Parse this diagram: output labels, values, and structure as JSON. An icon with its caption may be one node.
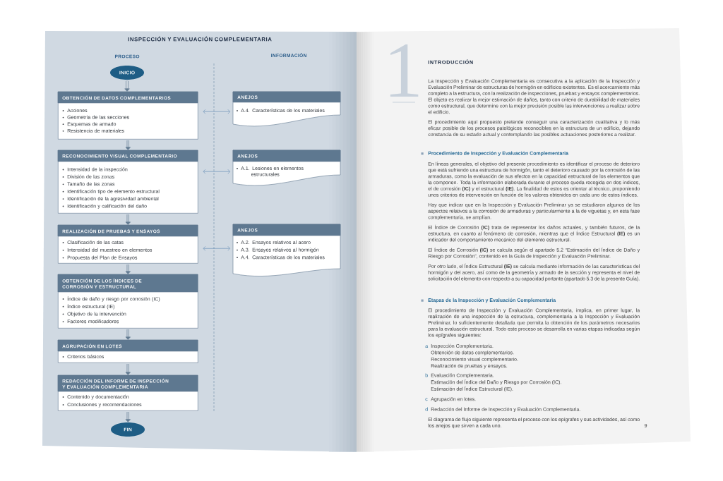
{
  "diagram": {
    "title": "INSPECCIÓN Y EVALUACIÓN COMPLEMENTARIA",
    "nodes": [
      {
        "text": [
          "INICIO"
        ]
      },
      {
        "text": [
          "OBTENCIÓN DE DATOS COMPLEMENTARIOS",
          "Acciones",
          "Geometría de las secciones",
          "Esquemas de armado",
          "Resistencia de materiales"
        ]
      },
      {
        "text": [
          "ANEJOS",
          "A.4. Características de los materiales"
        ]
      },
      {
        "text": [
          "RECONOCIMIENTO VISUAL COMPLEMENTARIO",
          "Intensidad de la inspección",
          "División de las zonas",
          "Tamaño de las zonas",
          "Identificación tipo de elemento estructural",
          "Identificación de la agresividad ambiental",
          "Identificación y calificación del daño"
        ]
      },
      {
        "text": [
          "ANEJOS",
          "A.1. Lesiones en elementos estructurales"
        ]
      },
      {
        "text": [
          "REALIZACIÓN DE PRUEBAS Y ENSAYOS",
          "Clasificación de las catas",
          "Intensidad del muestreo en elementos",
          "Propuesta del Plan de Ensayos"
        ]
      },
      {
        "text": [
          "ANEJOS",
          "A.2. Ensayos relativos al acero",
          "A.3. Ensayos relativos al hormigón",
          "A.4. Características de los materiales"
        ]
      },
      {
        "text": [
          "OBTENCIÓN DE LOS ÍNDICES DE CORROSIÓN Y ESTRUCTURAL",
          "Índice de daño y riesgo por corrosión (IC)",
          "Índice estructural (IE)",
          "Objetivo de la intervención",
          "Factores modificadores"
        ]
      },
      {
        "text": [
          "AGRUPACIÓN EN LOTES",
          "Criterios básicos"
        ]
      },
      {
        "text": [
          "REDACCIÓN DEL INFORME DE INSPECCIÓN Y EVALUACIÓN COMPLEMENTARIA",
          "Contenido y documentación",
          "Conclusiones y recomendaciones"
        ]
      },
      {
        "text": [
          "FIN"
        ]
      }
    ],
    "edges": [
      {
        "from": 0,
        "to": 1,
        "arrow": "to"
      },
      {
        "from": 1,
        "to": 2,
        "arrow": "both",
        "color": "#5f89b3"
      },
      {
        "from": 1,
        "to": 3,
        "arrow": "to"
      },
      {
        "from": 3,
        "to": 4,
        "arrow": "both",
        "color": "#5f89b3"
      },
      {
        "from": 3,
        "to": 5,
        "arrow": "to"
      },
      {
        "from": 5,
        "to": 6,
        "arrow": "both",
        "color": "#5f89b3"
      },
      {
        "from": 5,
        "to": 7,
        "arrow": "to"
      },
      {
        "from": 7,
        "to": 8,
        "arrow": "to"
      },
      {
        "from": 8,
        "to": 9,
        "arrow": "to"
      },
      {
        "from": 9,
        "to": 10,
        "arrow": "to"
      }
    ],
    "labels": [
      "PROCESO",
      "INFORMACIÓN",
      "1",
      "INTRODUCCIÓN",
      "La Inspección y Evaluación Complementaria es consecutiva a la aplicación de la Inspección y Evaluación Preliminar de estructuras de hormigón en edificios existentes. Es el acercamiento más completo a la estructura, con la realización de inspecciones, pruebas y ensayos complementarios. El objeto es realizar la mejor estimación de daños, tanto con criterio de durabilidad de materiales como estructural, que determine con la mejor precisión posible las intervenciones a realizar sobre el edificio.",
      "El procedimiento aquí propuesto pretende conseguir una caracterización cualitativa y lo más eficaz posible de los procesos patológicos reconocibles en la estructura de un edificio, dejando constancia de su estado actual y contemplando las posibles actuaciones posteriores a realizar.",
      "Procedimiento de Inspección y Evaluación Complementaria",
      "En líneas generales, el objetivo del presente procedimiento es identificar el proceso de deterioro que está sufriendo una estructura de hormigón, tanto el deterioro causado por la corrosión de las armaduras, como la evaluación de sus efectos en la capacidad estructural de los elementos que la componen. Toda la información elaborada durante el proceso queda recogida en dos índices, el de corrosión **(IC)** y el estructural **(IE)**. La finalidad de estos es orientar al técnico, proponiendo unos criterios de intervención en función de los valores obtenidos en cada uno de estos índices.",
      "Hay que indicar que en la Inspección y Evaluación Preliminar ya se estudiaron algunos de los aspectos relativos a la corrosión de armaduras y particularmente a la de viguetas y, en esta fase complementaria, se amplían.",
      "El Índice de Corrosión **(IC)** trata de representar los daños actuales, y también futuros, de la estructura, en cuanto al fenómeno de corrosión, mientras que el Índice Estructural **(IE)** es un indicador del comportamiento mecánico del elemento estructural.",
      "El Índice de Corrosión **(IC)** se calcula según el apartado 5.2 “Estimación del Índice de Daño y Riesgo por Corrosión”, contenido en la Guía de Inspección y Evaluación Preliminar.",
      "Por otro lado, el Índice Estructural **(IE)** se calcula mediante información de las características del hormigón y del acero, así como de la geometría y armado de la sección y representa el nivel de solicitación del elemento con respecto a su capacidad portante (apartado 5.3 de la presente Guía).",
      "Etapas de la Inspección y Evaluación Complementaria",
      "El procedimiento de Inspección y Evaluación Complementaria, implica, en primer lugar, la realización de una inspección de la estructura, complementaria a la Inspección y Evaluación Preliminar, lo suficientemente detallada que permita la obtención de los parámetros necesarios para la evaluación estructural. Todo este proceso se desarrolla en varias etapas indicadas según los epígrafes siguientes:",
      "a",
      "Inspección Complementaria.",
      "Obtención de datos complementarios.",
      "Reconocimiento visual complementario.",
      "Realización de pruebas y ensayos.",
      "b",
      "Evaluación Complementaria.",
      "Estimación del Índice del Daño y Riesgo por Corrosión (IC).",
      "Estimación del Índice Estructural (IE).",
      "c",
      "Agrupación en lotes.",
      "d",
      "Redacción del Informe de Inspección y Evaluación Complementaria.",
      "El diagrama de flujo siguiente representa el proceso con los epígrafes y sus actividades, así como los anejos que sirven a cada uno.",
      "9"
    ]
  }
}
